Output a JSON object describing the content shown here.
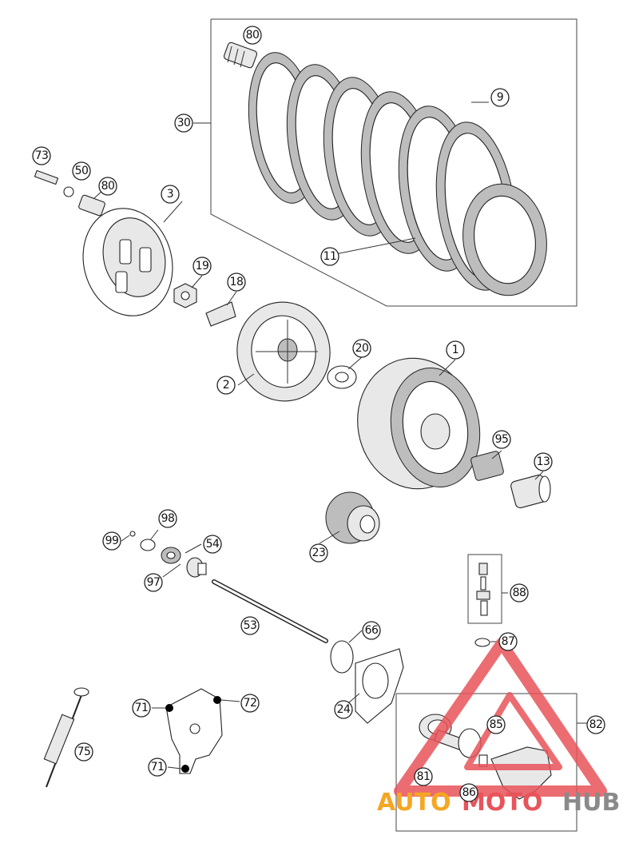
{
  "diagram": {
    "callouts": [
      {
        "id": "c80a",
        "label": "80"
      },
      {
        "id": "c9",
        "label": "9"
      },
      {
        "id": "c30",
        "label": "30"
      },
      {
        "id": "c11",
        "label": "11"
      },
      {
        "id": "c73",
        "label": "73"
      },
      {
        "id": "c50",
        "label": "50"
      },
      {
        "id": "c80b",
        "label": "80"
      },
      {
        "id": "c3",
        "label": "3"
      },
      {
        "id": "c19",
        "label": "19"
      },
      {
        "id": "c18",
        "label": "18"
      },
      {
        "id": "c20",
        "label": "20"
      },
      {
        "id": "c1",
        "label": "1"
      },
      {
        "id": "c2",
        "label": "2"
      },
      {
        "id": "c95",
        "label": "95"
      },
      {
        "id": "c13",
        "label": "13"
      },
      {
        "id": "c98",
        "label": "98"
      },
      {
        "id": "c99",
        "label": "99"
      },
      {
        "id": "c54",
        "label": "54"
      },
      {
        "id": "c97",
        "label": "97"
      },
      {
        "id": "c23",
        "label": "23"
      },
      {
        "id": "c88",
        "label": "88"
      },
      {
        "id": "c53",
        "label": "53"
      },
      {
        "id": "c66",
        "label": "66"
      },
      {
        "id": "c87",
        "label": "87"
      },
      {
        "id": "c71a",
        "label": "71"
      },
      {
        "id": "c72",
        "label": "72"
      },
      {
        "id": "c24",
        "label": "24"
      },
      {
        "id": "c82",
        "label": "82"
      },
      {
        "id": "c85",
        "label": "85"
      },
      {
        "id": "c75",
        "label": "75"
      },
      {
        "id": "c71b",
        "label": "71"
      },
      {
        "id": "c81",
        "label": "81"
      },
      {
        "id": "c86",
        "label": "86"
      }
    ]
  },
  "watermark": {
    "part1": "AUTO",
    "part2": "MOTO",
    "part3": "HUB",
    "color_orange": "#f5a623",
    "color_red": "#e8545a",
    "color_gray": "#8a8a8a"
  }
}
